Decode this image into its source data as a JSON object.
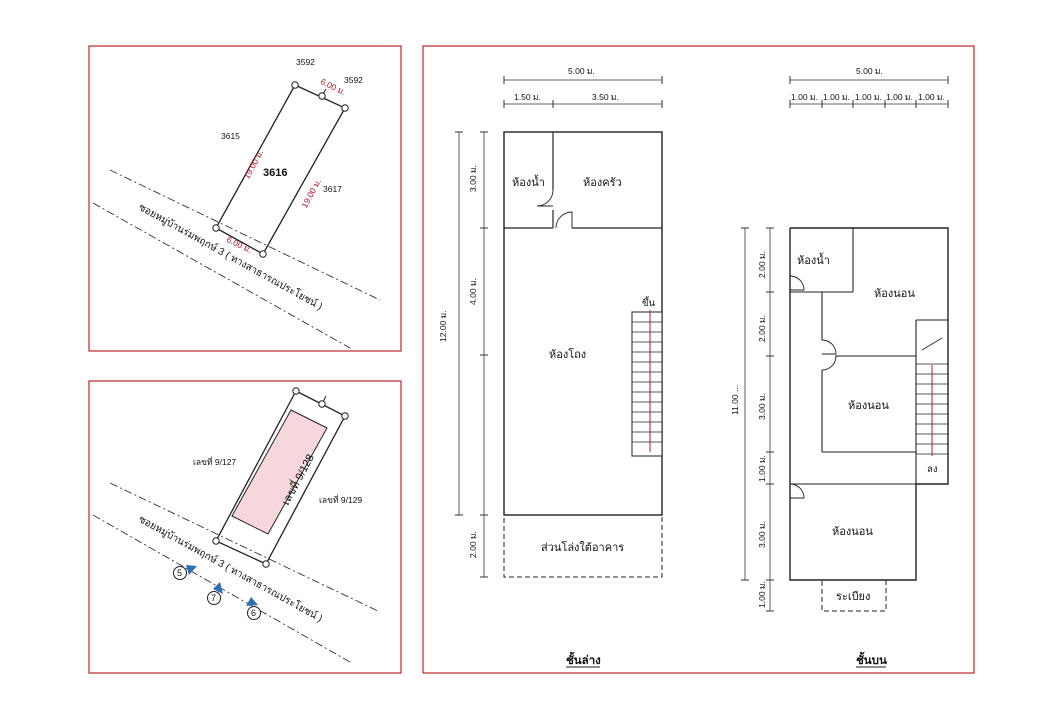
{
  "site_plan": {
    "parcels": [
      "3592",
      "3592",
      "3615",
      "3616",
      "3617"
    ],
    "dims": [
      "6.00 ม.",
      "19.00 ม.",
      "19.00 ม.",
      "6.00 ม."
    ],
    "road_name": "ซอยหมู่บ้านร่มพฤกษ์  3  ( ทางสาธารณประโยชน์ )"
  },
  "location_plan": {
    "house_no": "เลขที่ 9/128",
    "left_neighbor": "เลขที่ 9/127",
    "right_neighbor": "เลขที่ 9/129",
    "road_name": "ซอยหมู่บ้านร่มพฤกษ์  3  ( ทางสาธารณประโยชน์ )",
    "markers": [
      "5",
      "7",
      "6"
    ]
  },
  "ground_floor": {
    "title": "ชั้นล่าง",
    "top_dims": [
      "5.00 ม.",
      "1.50 ม.",
      "3.50 ม."
    ],
    "side_dims": [
      "12.00 ม.",
      "3.00 ม.",
      "4.00 ม.",
      "2.00 ม."
    ],
    "rooms": [
      "ห้องน้ำ",
      "ห้องครัว",
      "ห้องโถง",
      "ส่วนโล่งใต้อาคาร"
    ],
    "stair_label": "ขึ้น"
  },
  "upper_floor": {
    "title": "ชั้นบน",
    "top_dims": [
      "5.00 ม.",
      "1.00 ม.",
      "1.00 ม.",
      "1.00 ม.",
      "1.00 ม.",
      "1.00 ม."
    ],
    "side_dims": [
      "11.00 ...",
      "2.00 ม.",
      "2.00 ม.",
      "3.00 ม.",
      "1.00 ม.",
      "3.00 ม.",
      "1.00 ม."
    ],
    "rooms": [
      "ห้องน้ำ",
      "ห้องนอน",
      "ห้องนอน",
      "ห้องนอน",
      "ระเบียง"
    ],
    "stair_label": "ลง"
  },
  "colors": {
    "frame": "#b7282e",
    "accent_red": "#b21a2a",
    "pink_fill": "#f6d8dc"
  }
}
